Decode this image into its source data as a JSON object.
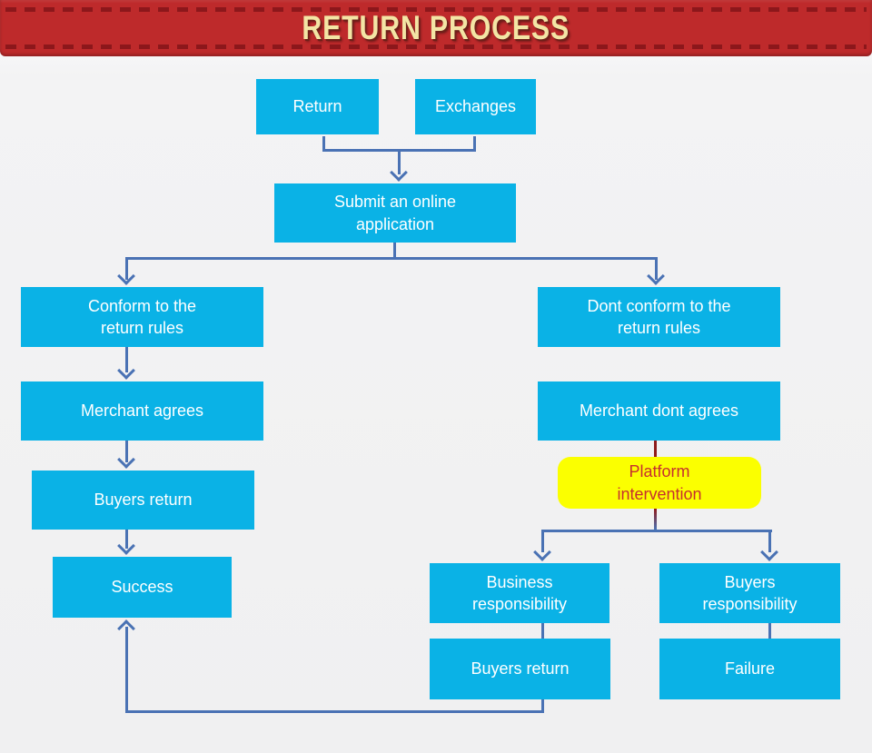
{
  "banner": {
    "title": "RETURN PROCESS"
  },
  "colors": {
    "banner_bg": "#be2a2b",
    "banner_stitch": "#8c171b",
    "banner_text": "#f3e5a5",
    "node_fill": "#0ab2e6",
    "node_text": "#ffffff",
    "connector": "#4a72b4",
    "red_connector": "#8e1a1a",
    "platform_fill": "#fbff00",
    "platform_text": "#c62f2f",
    "background": "#f0f0f1"
  },
  "nodes": {
    "return": {
      "label": "Return"
    },
    "exchanges": {
      "label": "Exchanges"
    },
    "submit": {
      "label": "Submit an online\napplication"
    },
    "conform": {
      "label": "Conform to the\nreturn rules"
    },
    "dont_conform": {
      "label": "Dont conform to the\nreturn rules"
    },
    "merchant_agrees": {
      "label": "Merchant agrees"
    },
    "merchant_dont_agrees": {
      "label": "Merchant dont agrees"
    },
    "buyers_return_left": {
      "label": "Buyers return"
    },
    "platform": {
      "label": "Platform\nintervention"
    },
    "success": {
      "label": "Success"
    },
    "business_resp": {
      "label": "Business\nresponsibility"
    },
    "buyers_resp": {
      "label": "Buyers\nresponsibility"
    },
    "buyers_return_right": {
      "label": "Buyers return"
    },
    "failure": {
      "label": "Failure"
    }
  },
  "edges": [
    {
      "from": "return",
      "to": "submit"
    },
    {
      "from": "exchanges",
      "to": "submit"
    },
    {
      "from": "submit",
      "to": "conform"
    },
    {
      "from": "submit",
      "to": "dont_conform"
    },
    {
      "from": "conform",
      "to": "merchant_agrees"
    },
    {
      "from": "merchant_agrees",
      "to": "buyers_return_left"
    },
    {
      "from": "buyers_return_left",
      "to": "success"
    },
    {
      "from": "dont_conform",
      "to": "merchant_dont_agrees"
    },
    {
      "from": "merchant_dont_agrees",
      "to": "platform"
    },
    {
      "from": "platform",
      "to": "business_resp"
    },
    {
      "from": "platform",
      "to": "buyers_resp"
    },
    {
      "from": "business_resp",
      "to": "buyers_return_right"
    },
    {
      "from": "buyers_resp",
      "to": "failure"
    },
    {
      "from": "buyers_return_right",
      "to": "success"
    }
  ]
}
